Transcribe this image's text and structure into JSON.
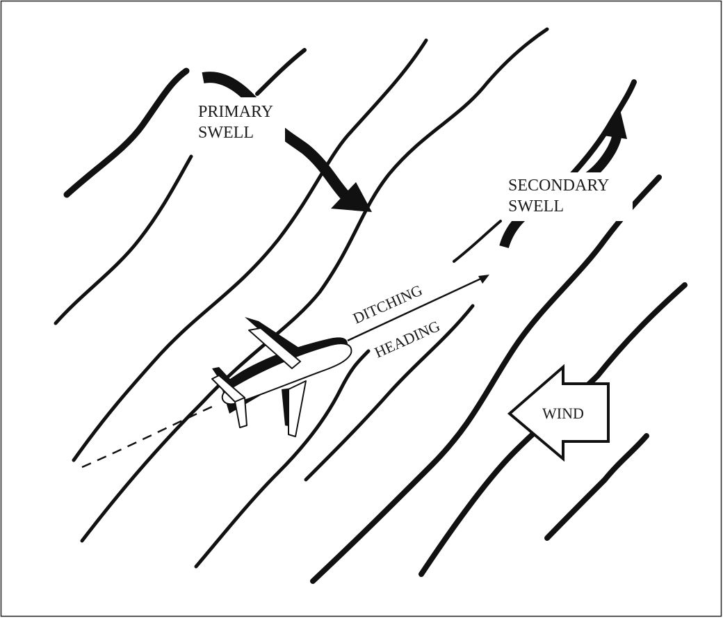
{
  "labels": {
    "primary_swell_line1": "PRIMARY",
    "primary_swell_line2": "SWELL",
    "secondary_swell_line1": "SECONDARY",
    "secondary_swell_line2": "SWELL",
    "ditching": "DITCHING",
    "heading": "HEADING",
    "wind": "WIND"
  },
  "colors": {
    "ink": "#111111",
    "background": "#ffffff"
  }
}
